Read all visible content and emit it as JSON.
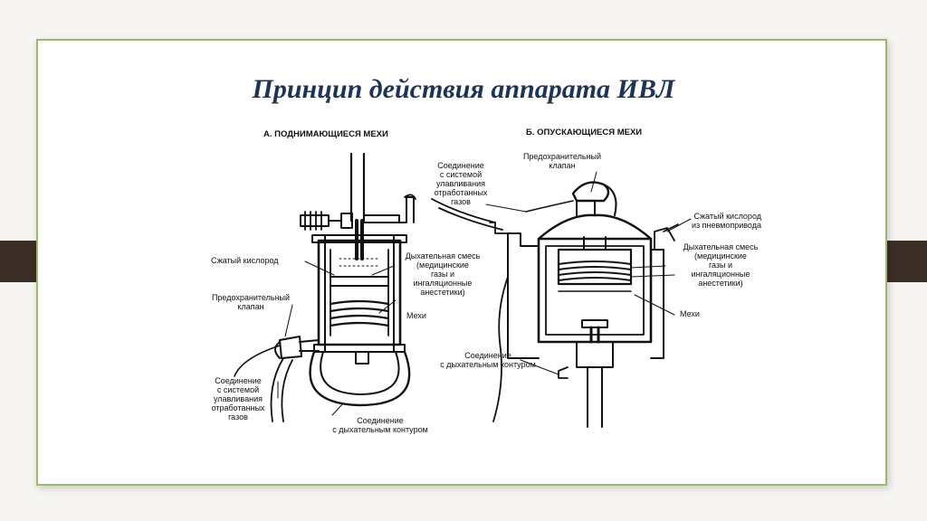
{
  "slide": {
    "title": "Принцип действия аппарата ИВЛ"
  },
  "diagram": {
    "panel_a": {
      "heading": "А. ПОДНИМАЮЩИЕСЯ МЕХИ",
      "labels": {
        "compressed_oxygen": "Сжатый кислород",
        "relief_valve": "Предохранительный\nклапан",
        "scavenging_connection": "Соединение\nс системой\nулавливания\nотработанных\nгазов",
        "breathing_mix": "Дыхательная смесь\n(медицинские\nгазы и\nингаляционные\nанестетики)",
        "bellows": "Мехи",
        "circuit_connection": "Соединение\nс дыхательным контуром"
      }
    },
    "panel_b": {
      "heading": "Б. ОПУСКАЮЩИЕСЯ МЕХИ",
      "labels": {
        "scavenging_connection": "Соединение\nс системой\nулавливания\nотработанных\nгазов",
        "relief_valve": "Предохранительный\nклапан",
        "oxygen_from_drive": "Сжатый кислород\nиз пневмопривода",
        "breathing_mix": "Дыхательная смесь\n(медицинские\nгазы и\nингаляционные\nанестетики)",
        "bellows": "Мехи",
        "circuit_connection": "Соединение\nс дыхательным контуром"
      }
    }
  }
}
